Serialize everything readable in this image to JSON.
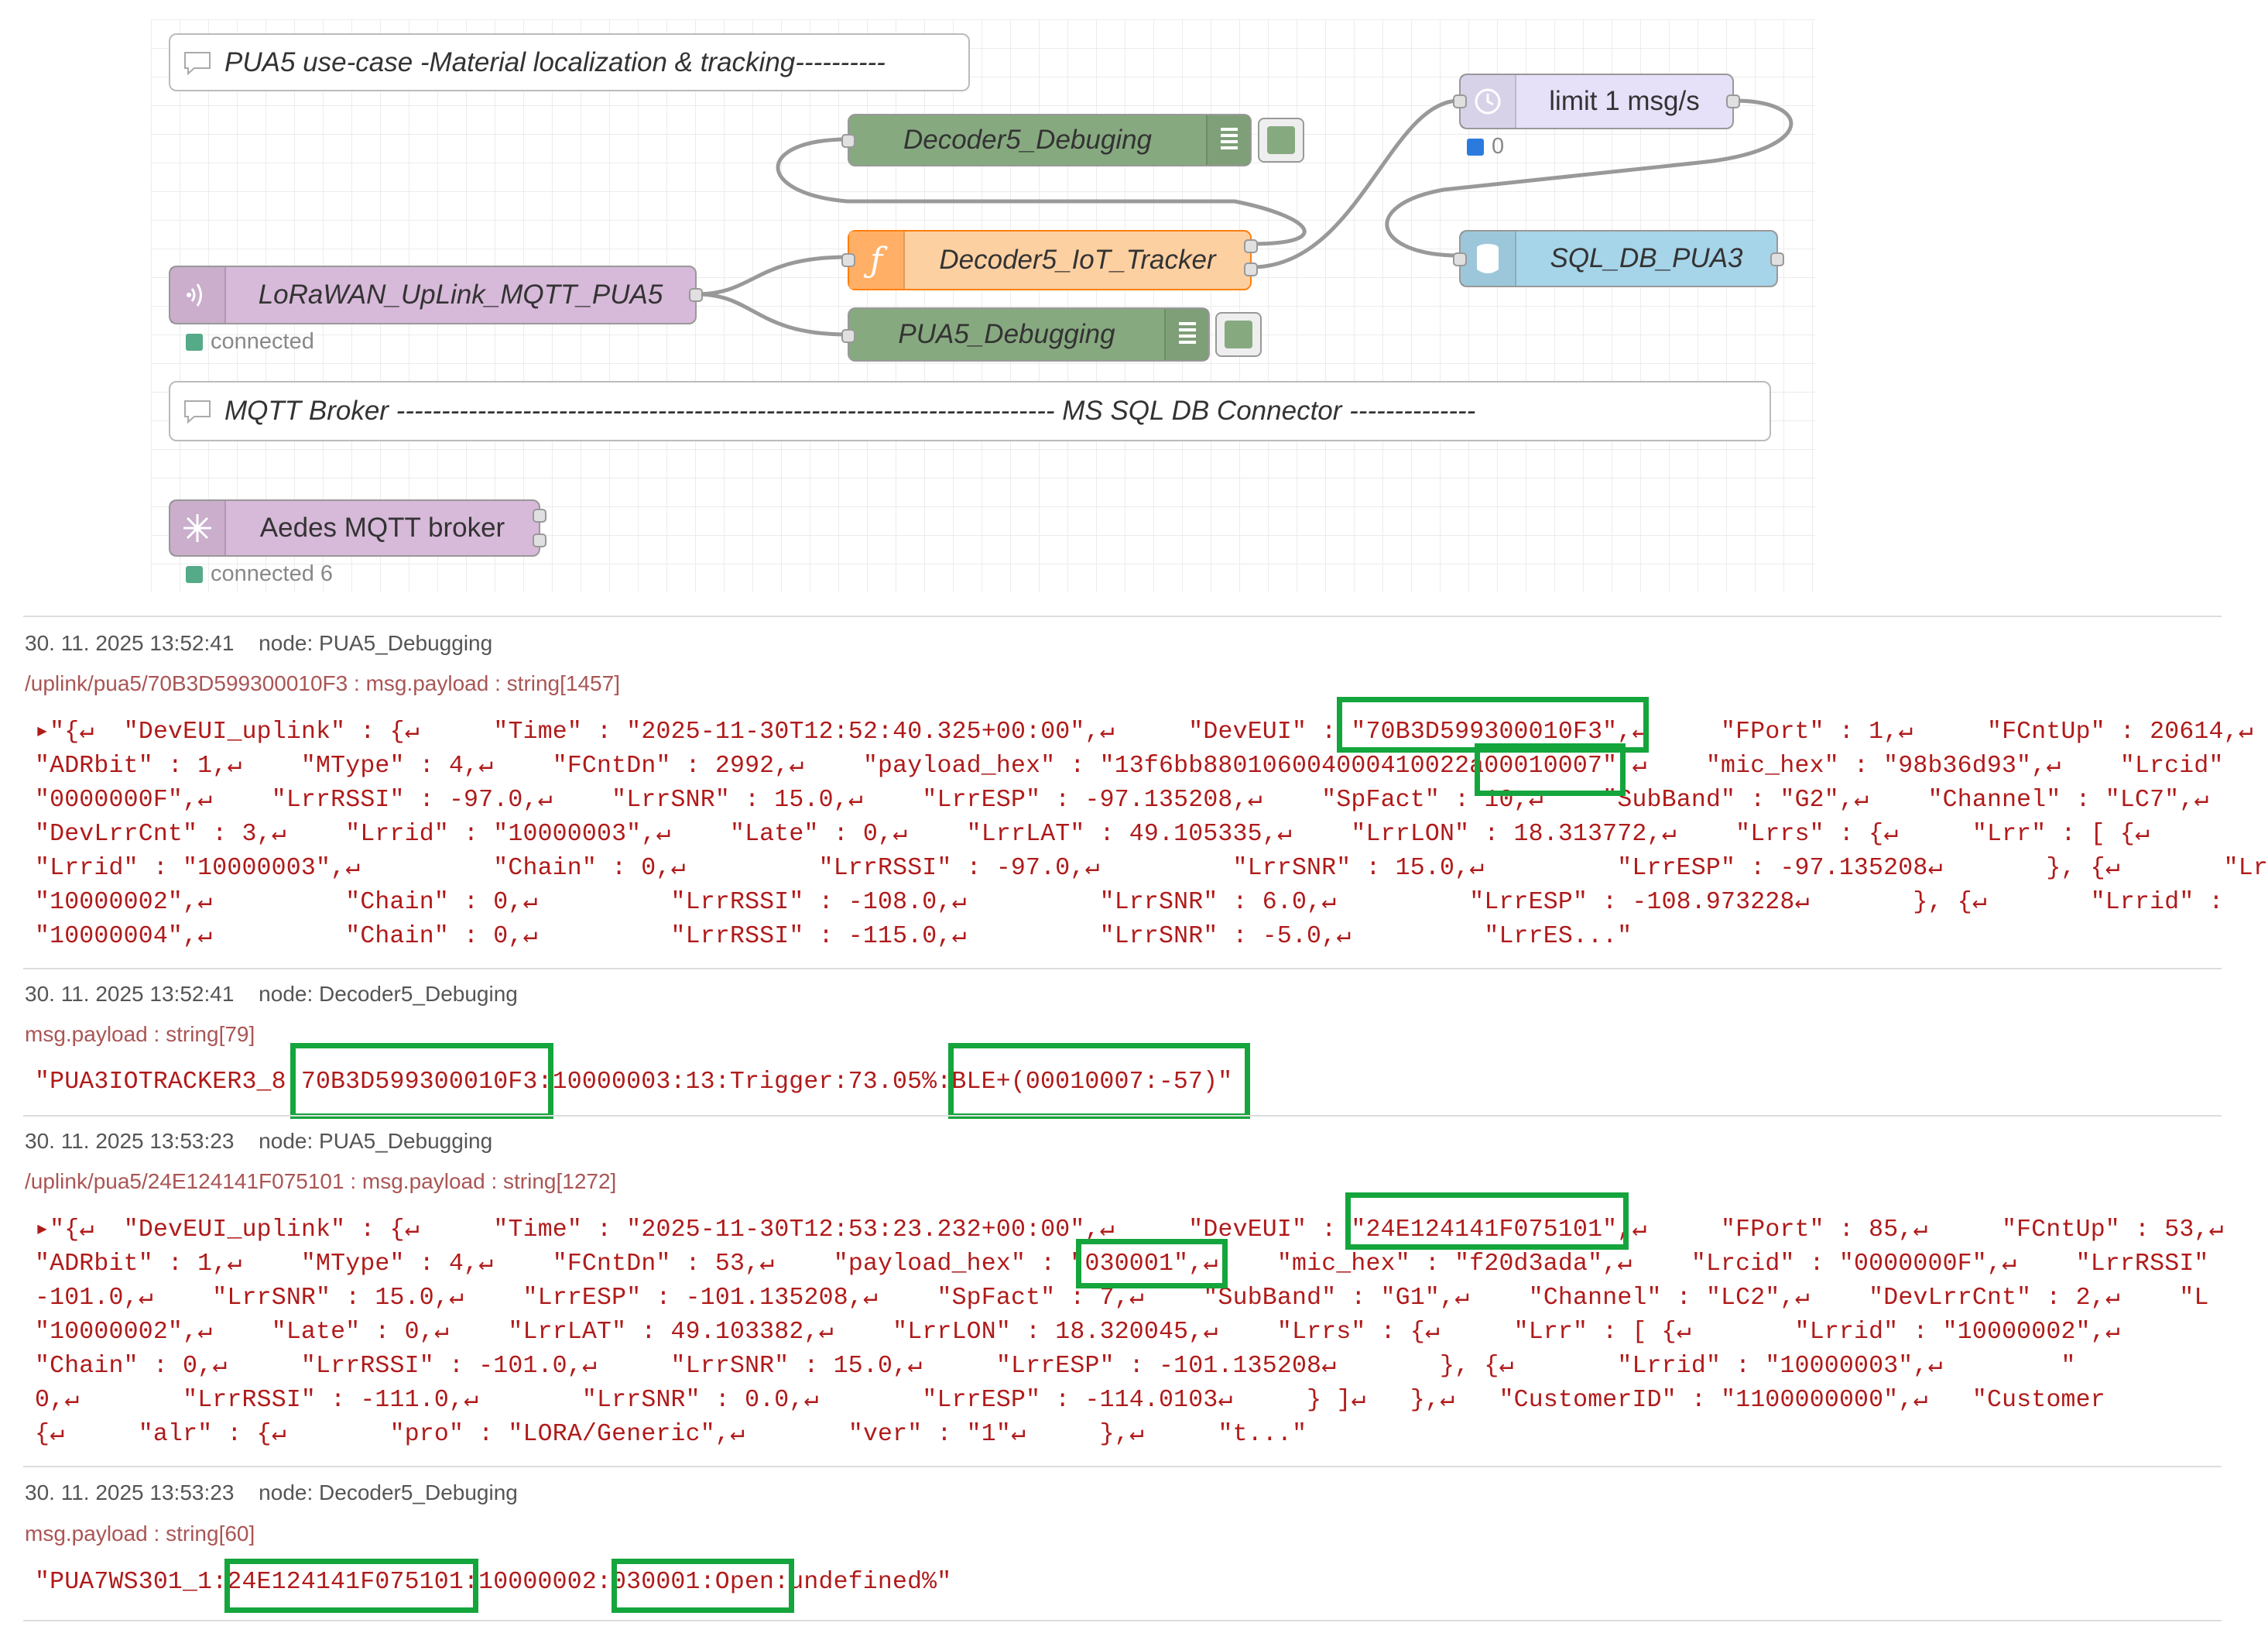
{
  "flow": {
    "comments": {
      "top": "PUA5 use-case -Material localization & tracking----------",
      "middle": "MQTT Broker ------------------------------------------------------------------------- MS SQL DB Connector --------------"
    },
    "nodes": {
      "mqtt_in": {
        "label": "LoRaWAN_UpLink_MQTT_PUA5",
        "status": "connected",
        "color": "#d7b9d9"
      },
      "decoder_debug": {
        "label": "Decoder5_Debuging",
        "color": "#87a980"
      },
      "function": {
        "label": "Decoder5_IoT_Tracker",
        "color": "#fdd0a2"
      },
      "pua5_debug": {
        "label": "PUA5_Debugging",
        "color": "#87a980"
      },
      "delay": {
        "label": "limit 1 msg/s",
        "status": "0",
        "color": "#e6e0f8"
      },
      "sql": {
        "label": "SQL_DB_PUA3",
        "color": "#a6d4e9"
      },
      "broker": {
        "label": "Aedes MQTT broker",
        "status": "connected 6",
        "color": "#d7b9d9"
      }
    }
  },
  "debug": {
    "messages": [
      {
        "timestamp": "30. 11. 2025 13:52:41",
        "node": "node: PUA5_Debugging",
        "topic": "/uplink/pua5/70B3D599300010F3 : msg.payload : string[1457]",
        "lines": [
          "▸\"{↵  \"DevEUI_uplink\" : {↵     \"Time\" : \"2025-11-30T12:52:40.325+00:00\",↵     \"DevEUI\" : \"70B3D599300010F3\",↵     \"FPort\" : 1,↵     \"FCntUp\" : 20614,↵",
          "\"ADRbit\" : 1,↵    \"MType\" : 4,↵    \"FCntDn\" : 2992,↵    \"payload_hex\" : \"13f6bb880106004000410022a00010007\",↵    \"mic_hex\" : \"98b36d93\",↵    \"Lrcid\"",
          "\"0000000F\",↵    \"LrrRSSI\" : -97.0,↵    \"LrrSNR\" : 15.0,↵    \"LrrESP\" : -97.135208,↵    \"SpFact\" : 10,↵    \"SubBand\" : \"G2\",↵    \"Channel\" : \"LC7\",↵",
          "\"DevLrrCnt\" : 3,↵    \"Lrrid\" : \"10000003\",↵    \"Late\" : 0,↵    \"LrrLAT\" : 49.105335,↵    \"LrrLON\" : 18.313772,↵    \"Lrrs\" : {↵     \"Lrr\" : [ {↵",
          "\"Lrrid\" : \"10000003\",↵         \"Chain\" : 0,↵         \"LrrRSSI\" : -97.0,↵         \"LrrSNR\" : 15.0,↵         \"LrrESP\" : -97.135208↵       }, {↵       \"Lr",
          "\"10000002\",↵         \"Chain\" : 0,↵         \"LrrRSSI\" : -108.0,↵         \"LrrSNR\" : 6.0,↵         \"LrrESP\" : -108.973228↵       }, {↵       \"Lrrid\" :",
          "\"10000004\",↵         \"Chain\" : 0,↵         \"LrrRSSI\" : -115.0,↵         \"LrrSNR\" : -5.0,↵         \"LrrES...\""
        ]
      },
      {
        "timestamp": "30. 11. 2025 13:52:41",
        "node": "node: Decoder5_Debuging",
        "topic": "msg.payload : string[79]",
        "lines": [
          "\"PUA3IOTRACKER3_8:70B3D599300010F3:10000003:13:Trigger:73.05%:BLE+(00010007:-57)\""
        ]
      },
      {
        "timestamp": "30. 11. 2025 13:53:23",
        "node": "node: PUA5_Debugging",
        "topic": "/uplink/pua5/24E124141F075101 : msg.payload : string[1272]",
        "lines": [
          "▸\"{↵  \"DevEUI_uplink\" : {↵     \"Time\" : \"2025-11-30T12:53:23.232+00:00\",↵     \"DevEUI\" : \"24E124141F075101\",↵     \"FPort\" : 85,↵     \"FCntUp\" : 53,↵",
          "\"ADRbit\" : 1,↵    \"MType\" : 4,↵    \"FCntDn\" : 53,↵    \"payload_hex\" : \"030001\",↵    \"mic_hex\" : \"f20d3ada\",↵    \"Lrcid\" : \"0000000F\",↵    \"LrrRSSI\"",
          "-101.0,↵    \"LrrSNR\" : 15.0,↵    \"LrrESP\" : -101.135208,↵    \"SpFact\" : 7,↵    \"SubBand\" : \"G1\",↵    \"Channel\" : \"LC2\",↵    \"DevLrrCnt\" : 2,↵    \"L",
          "\"10000002\",↵    \"Late\" : 0,↵    \"LrrLAT\" : 49.103382,↵    \"LrrLON\" : 18.320045,↵    \"Lrrs\" : {↵     \"Lrr\" : [ {↵       \"Lrrid\" : \"10000002\",↵",
          "\"Chain\" : 0,↵     \"LrrRSSI\" : -101.0,↵     \"LrrSNR\" : 15.0,↵     \"LrrESP\" : -101.135208↵       }, {↵       \"Lrrid\" : \"10000003\",↵        \"",
          "0,↵       \"LrrRSSI\" : -111.0,↵       \"LrrSNR\" : 0.0,↵       \"LrrESP\" : -114.0103↵     } ]↵   },↵   \"CustomerID\" : \"1100000000\",↵   \"Customer",
          "{↵     \"alr\" : {↵       \"pro\" : \"LORA/Generic\",↵       \"ver\" : \"1\"↵     },↵     \"t...\""
        ]
      },
      {
        "timestamp": "30. 11. 2025 13:53:23",
        "node": "node: Decoder5_Debuging",
        "topic": "msg.payload : string[60]",
        "lines": [
          "\"PUA7WS301_1:24E124141F075101:10000002:030001:Open:undefined%\""
        ]
      }
    ],
    "highlight_color": "#14a53c"
  }
}
